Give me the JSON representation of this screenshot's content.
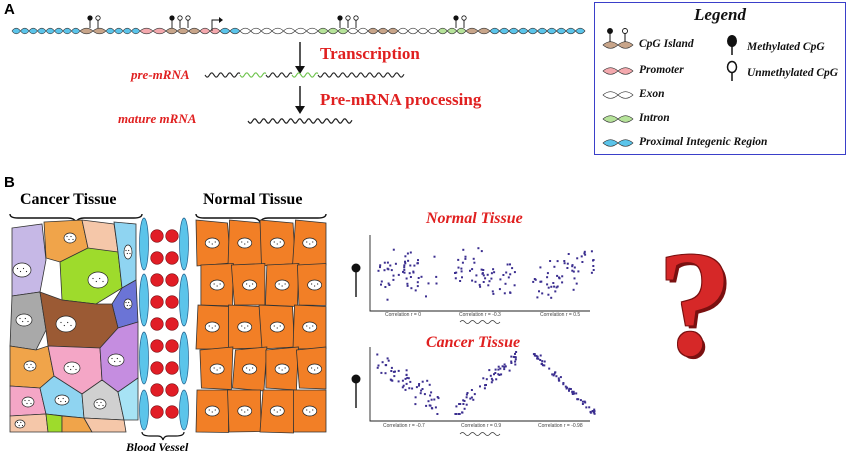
{
  "panel_a": {
    "letter": "A",
    "transcription_label": "Transcription",
    "pre_mrna_label": "pre-mRNA",
    "processing_label": "Pre-mRNA processing",
    "mature_mrna_label": "mature mRNA"
  },
  "legend": {
    "title": "Legend",
    "items": {
      "cpg_island": "CpG Island",
      "promoter": "Promoter",
      "exon": "Exon",
      "intron": "Intron",
      "proximal": "Proximal Integenic Region",
      "methylated": "Methylated CpG",
      "unmethylated": "Unmethylated CpG"
    },
    "colors": {
      "cpg_island": "#c8a58a",
      "promoter": "#f4a9ae",
      "exon": "#ffffff",
      "intron": "#b6e39a",
      "proximal": "#5bc4ea"
    }
  },
  "panel_b": {
    "letter": "B",
    "cancer_tissue_title": "Cancer Tissue",
    "normal_tissue_title": "Normal Tissue",
    "blood_vessel_label": "Blood Vessel",
    "normal_plots_title": "Normal Tissue",
    "cancer_plots_title": "Cancer Tissue",
    "question_mark": "?",
    "normal_correlations": [
      "Correlation r = 0",
      "Correlation r = -0.3",
      "Correlation r = 0.5"
    ],
    "cancer_correlations": [
      "Correlation r = -0.7",
      "Correlation r = 0.9",
      "Correlation r = -0.98"
    ]
  }
}
